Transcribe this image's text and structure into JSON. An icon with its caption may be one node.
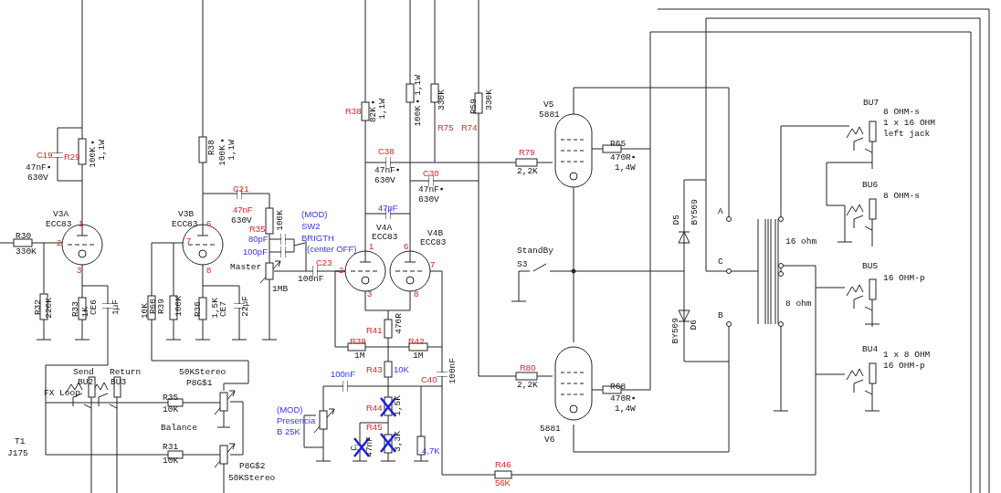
{
  "diagram": {
    "labels": [
      "C19",
      "47nF▪",
      "630V",
      "R29",
      "100K▪",
      "1,1W",
      "R38",
      "100K▪",
      "1,1W",
      "V3A",
      "ECC83",
      "1",
      "2",
      "3",
      "R30",
      "330K",
      "V3B",
      "ECC83",
      "6",
      "7",
      "8",
      "C21",
      "47nF",
      "630V",
      "R35",
      "100K",
      "(MOD)",
      "SW2",
      "BRIGTH",
      "(center OFF)",
      "80pF",
      "100pF",
      "Master",
      "1MB",
      "C23",
      "100nF",
      "R32",
      "220K",
      "R33",
      "1K",
      "CE6",
      "1µF",
      "10K",
      "R60",
      "R39",
      "100K",
      "R36",
      "1,5K",
      "CE7",
      "22µF",
      "Send",
      "BU2",
      "Return",
      "BU3",
      "FX Loop",
      "50KStereo",
      "P8G$1",
      "R35",
      "10K",
      "Balance",
      "R31",
      "10K",
      "P8G$2",
      "50KStereo",
      "T1",
      "J175",
      "R38",
      "82K▪",
      "1,1W",
      "100K▪1,1W",
      "330K",
      "R75",
      "R59",
      "330K",
      "R74",
      "C38",
      "47nF▪",
      "630V",
      "C30",
      "47nF▪",
      "630V",
      "47pF",
      "V4A",
      "ECC83",
      "1",
      "6",
      "V4B",
      "ECC83",
      "2",
      "7",
      "3",
      "8",
      "R41",
      "470R",
      "R39",
      "1M",
      "R42",
      "1M",
      "R43",
      "10K",
      "C40",
      "100nF",
      "100nF",
      "(MOD)",
      "Presencia",
      "B 25K",
      "R44",
      "1,5K",
      "R45",
      "3,3K",
      "C",
      "47nF",
      "4,7K",
      "R46",
      "56K",
      "V5",
      "5881",
      "R79",
      "2,2K",
      "R65",
      "470R▪",
      "1,4W",
      "StandBy",
      "S3",
      "D5",
      "BY509",
      "A",
      "C",
      "B",
      "BY509",
      "D6",
      "R80",
      "2,2K",
      "R68",
      "470R▪",
      "1,4W",
      "5881",
      "V6",
      "16 ohm",
      "8 ohm",
      "BU7",
      "8 OHM-s",
      "1 x 16 OHM",
      "left jack",
      "BU6",
      "8 OHM-s",
      "BU5",
      "16 OHM-p",
      "BU4",
      "1 x 8 OHM",
      "16 OHM-p"
    ]
  }
}
